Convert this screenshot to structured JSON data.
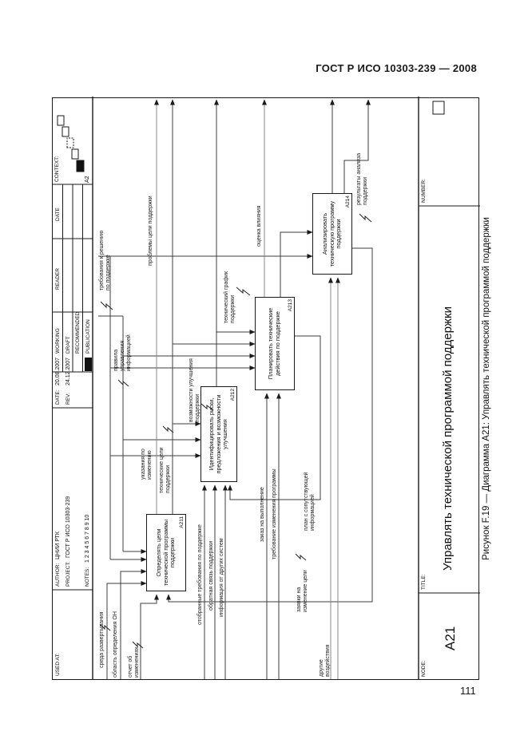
{
  "page": {
    "header": "ГОСТ Р ИСО 10303-239 — 2008",
    "page_number": "111",
    "caption": "Рисунок F.19 — Диаграмма А21: Управлять технической программой поддержки"
  },
  "form": {
    "used_at_label": "USED AT:",
    "author_label": "AUTHOR:",
    "author": "ЦНИИ РТК",
    "project_label": "PROJECT:",
    "project": "ГОСТ Р ИСО 10303-239",
    "notes_label": "NOTES:",
    "notes": "1 2 3 4 5 6 7 8 9 10",
    "date_label": "DATE:",
    "date": "20.08.2007",
    "rev_label": "REV:",
    "rev": "24.12.2007",
    "status": [
      "WORKING",
      "DRAFT",
      "RECOMMENDED",
      "PUBLICATION"
    ],
    "reader_label": "READER",
    "date2_label": "DATE",
    "context_label": "CONTEXT:",
    "context_node": "A2"
  },
  "boxes": [
    {
      "label": "Определять цели технической программы поддержки",
      "id": "A211"
    },
    {
      "label": "Идентифицировать риски, предложения и возможности улучшения",
      "id": "A212"
    },
    {
      "label": "Планировать технические действия по поддержке",
      "id": "A213"
    },
    {
      "label": "Анализировать техническую программу поддержки",
      "id": "A214"
    }
  ],
  "labels": [
    "среда развертывания",
    "область определения ОН",
    "отчет об изменениях",
    "требования к решению по поддержке",
    "правила управления информацией",
    "указания по изменению",
    "технические цели поддержки",
    "отобранные требования по поддержке",
    "обратная связь поддержки",
    "информация от других систем",
    "возможности улучшения поддержки",
    "заказ на выполнение",
    "требование изменения программы",
    "технический график поддержки",
    "план с сопутствующей информацией",
    "заявки на изменение цели",
    "другие воздействия",
    "проблемы цели поддержки",
    "оценка влияния",
    "результаты анализа поддержки"
  ],
  "footer": {
    "node_label": "NODE:",
    "node": "A21",
    "title_label": "TITLE:",
    "title": "Управлять технической программой поддержки",
    "number_label": "NUMBER:"
  }
}
